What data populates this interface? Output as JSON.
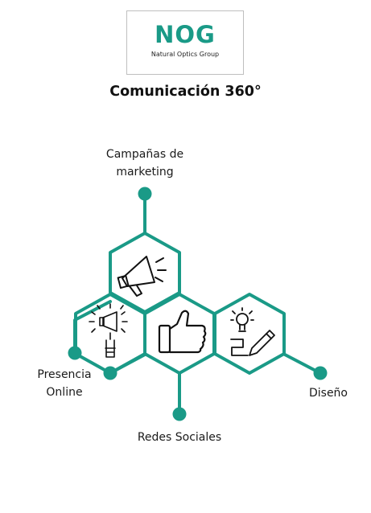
{
  "logo": {
    "name": "NOG",
    "tagline": "Natural Optics Group"
  },
  "title": "Comunicación 360°",
  "accent_color": "#1a9a87",
  "nodes": [
    {
      "label_lines": [
        "Campañas de",
        "marketing"
      ],
      "icon": "megaphone-icon"
    },
    {
      "label_lines": [
        "Presencia",
        "Online"
      ],
      "icon": "lightbulb-megaphone-icon"
    },
    {
      "label_lines": [
        "Redes Sociales"
      ],
      "icon": "thumbs-up-icon"
    },
    {
      "label_lines": [
        "Diseño"
      ],
      "icon": "lightbulb-pencil-icon"
    }
  ]
}
